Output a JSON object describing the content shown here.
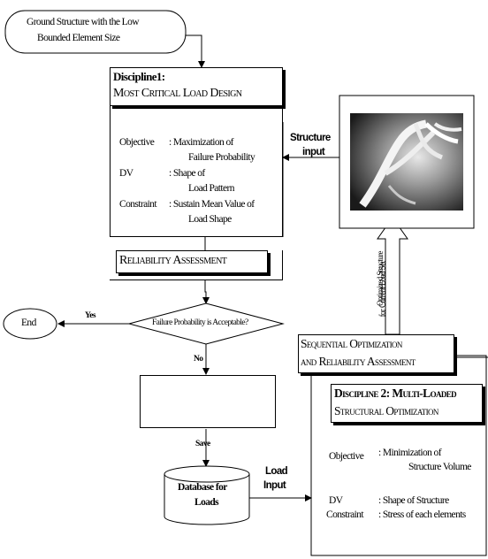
{
  "start": {
    "line1": "Ground Structure with the Low",
    "line2": "Bounded Element Size"
  },
  "discipline1": {
    "title": "Discipline1:",
    "subtitle": "Most Critical Load Design",
    "objective_label": "Objective",
    "objective_value_1": ": Maximization of",
    "objective_value_2": "Failure Probability",
    "dv_label": "DV",
    "dv_value_1": ": Shape of",
    "dv_value_2": "Load Pattern",
    "constraint_label": "Constraint",
    "constraint_value_1": ": Sustain Mean Value of",
    "constraint_value_2": "Load Shape"
  },
  "reliability": {
    "label": "Reliability Assessment"
  },
  "decision": {
    "label": "Failure Probability is Acceptable?"
  },
  "end": {
    "label": "End"
  },
  "edges": {
    "yes": "Yes",
    "no": "No",
    "save": "Save",
    "structure_input_1": "Structure",
    "structure_input_2": "input",
    "load_input_1": "Load",
    "load_input_2": "Input",
    "optimized_1": "Optimized Structure",
    "optimized_2": "for Current Load Set"
  },
  "database": {
    "line1": "Database for",
    "line2": "Loads"
  },
  "sequential": {
    "line1": "Sequential Optimization",
    "line2": "and Reliability Assessment"
  },
  "discipline2": {
    "title_1": "Discipline 2: Multi-Loaded",
    "title_2": "Structural Optimization",
    "objective_label": "Objective",
    "objective_value_1": ": Minimization of",
    "objective_value_2": "Structure Volume",
    "dv_label": "DV",
    "dv_value": ": Shape of Structure",
    "constraint_label": "Constraint",
    "constraint_value": ": Stress of each elements"
  },
  "image": {
    "icon": "optimized-structure-image"
  }
}
